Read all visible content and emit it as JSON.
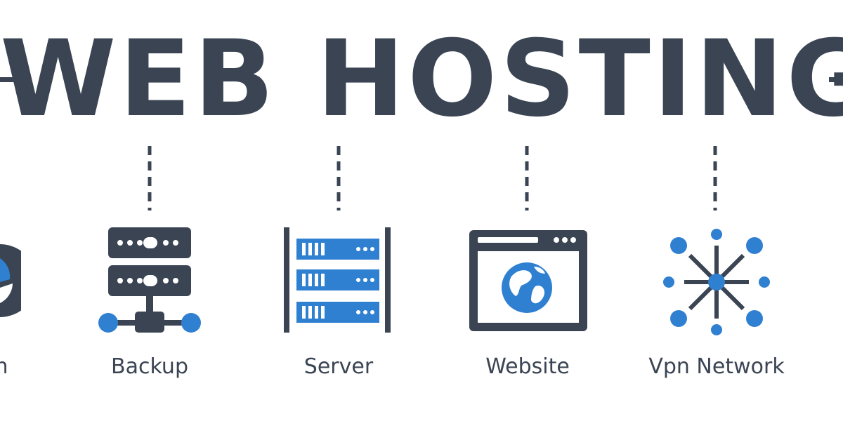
{
  "title": "WEB HOSTING",
  "colors": {
    "dark": "#3a4453",
    "accent": "#2f80d1"
  },
  "items": [
    {
      "label": "n",
      "icon": "globe-icon"
    },
    {
      "label": "Backup",
      "icon": "backup-server-icon"
    },
    {
      "label": "Server",
      "icon": "server-rack-icon"
    },
    {
      "label": "Website",
      "icon": "browser-globe-icon"
    },
    {
      "label": "Vpn Network",
      "icon": "network-hub-icon"
    }
  ]
}
